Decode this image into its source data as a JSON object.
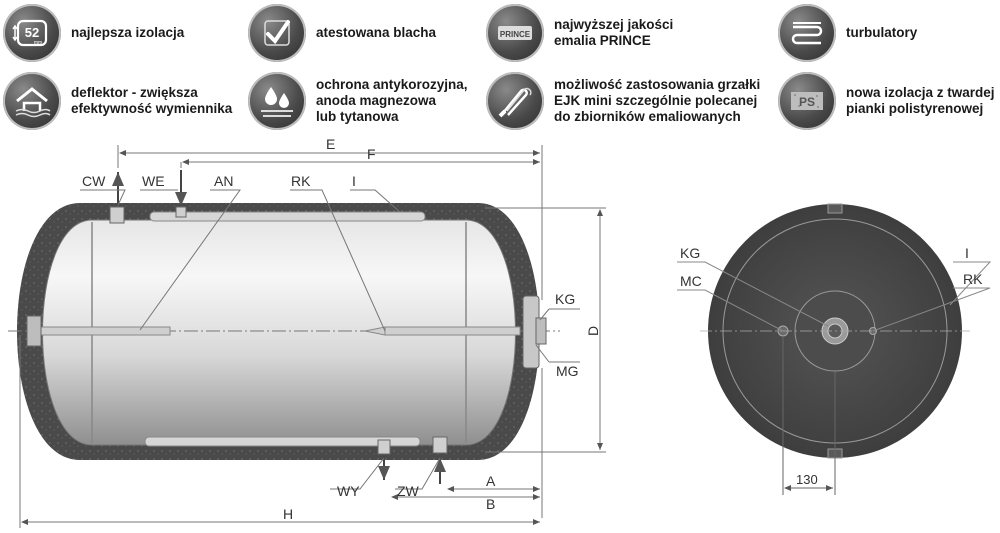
{
  "features": [
    {
      "icon": "insulation-52mm-icon",
      "badge_value": "52",
      "badge_unit": "mm",
      "text": "najlepsza izolacja"
    },
    {
      "icon": "checkmark-icon",
      "text": "atestowana blacha"
    },
    {
      "icon": "prince-enamel-icon",
      "badge_value": "PRINCE",
      "text": "najwyższej jakości\nemalia PRINCE"
    },
    {
      "icon": "turbulator-icon",
      "text": "turbulatory"
    },
    {
      "icon": "heat-deflector-icon",
      "text": "deflektor - zwiększa\nefektywność wymiennika"
    },
    {
      "icon": "water-drops-anode-icon",
      "text": "ochrona antykorozyjna,\nanoda magnezowa\nlub tytanowa"
    },
    {
      "icon": "heater-element-icon",
      "text": "możliwość zastosowania grzałki\nEJK mini szczególnie polecanej\ndo zbiorników emaliowanych"
    },
    {
      "icon": "ps-foam-icon",
      "badge_value": "PS",
      "text": "nowa izolacja z twardej\npianki polistyrenowej"
    }
  ],
  "side_view": {
    "labels": {
      "cw": "CW",
      "we": "WE",
      "an": "AN",
      "rk": "RK",
      "i": "I",
      "kg": "KG",
      "mg": "MG",
      "wy": "WY",
      "zw": "ZW"
    },
    "dimensions": {
      "e": "E",
      "f": "F",
      "d": "D",
      "a": "A",
      "b": "B",
      "h": "H"
    }
  },
  "end_view": {
    "labels": {
      "kg": "KG",
      "mc": "MC",
      "i": "I",
      "rk": "RK"
    },
    "dimension_value": "130"
  },
  "colors": {
    "shell": "#4a4a4a",
    "tank_light": "#efefef",
    "tank_dark": "#9a9a9a",
    "line": "#555555"
  }
}
